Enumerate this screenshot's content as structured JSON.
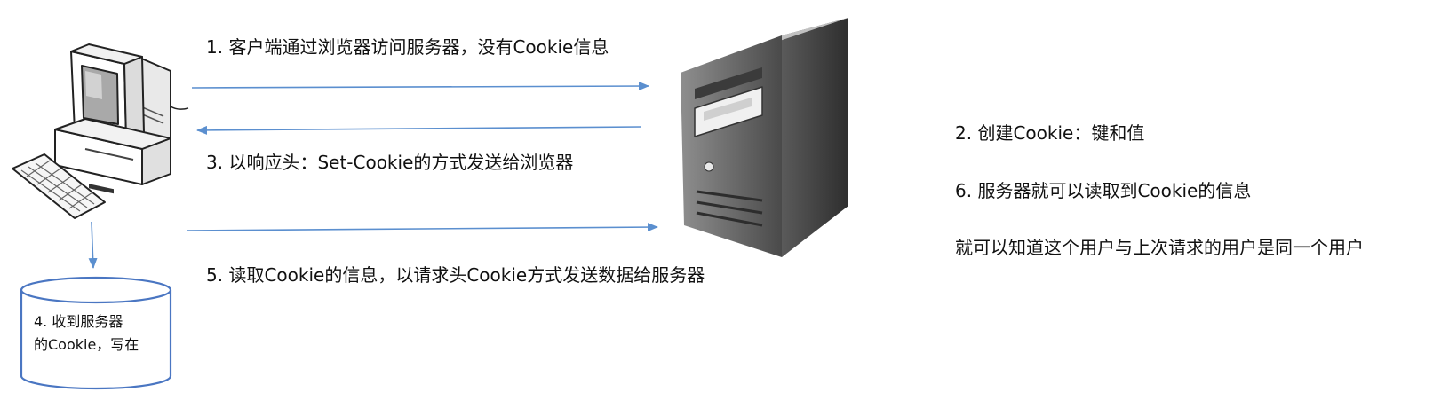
{
  "steps": {
    "step1": "1. 客户端通过浏览器访问服务器，没有Cookie信息",
    "step2": "2. 创建Cookie：键和值",
    "step3": "3. 以响应头：Set-Cookie的方式发送给浏览器",
    "step4_line1": "4. 收到服务器",
    "step4_line2": "的Cookie，写在",
    "step5": "5. 读取Cookie的信息，以请求头Cookie方式发送数据给服务器",
    "step6": "6. 服务器就可以读取到Cookie的信息",
    "conclusion": "就可以知道这个用户与上次请求的用户是同一个用户"
  },
  "icons": {
    "client": "desktop-computer-icon",
    "server": "server-tower-icon",
    "storage": "database-cylinder-icon"
  },
  "colors": {
    "arrow": "#5b8fcf",
    "cylinder_stroke": "#4a76c2",
    "server_dark": "#3a3a3a",
    "server_light": "#9a9a9a"
  }
}
